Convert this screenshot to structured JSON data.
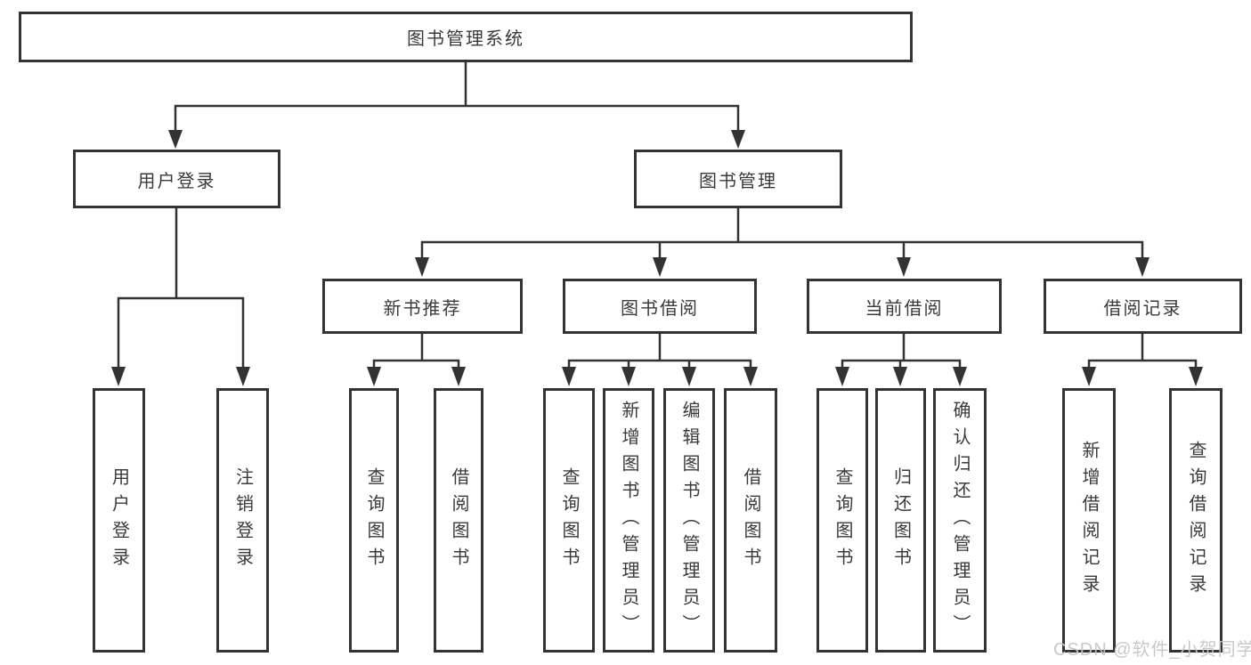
{
  "diagram": {
    "root": {
      "label": "图书管理系统"
    },
    "level2": [
      {
        "label": "用户登录"
      },
      {
        "label": "图书管理"
      }
    ],
    "level3": [
      {
        "label": "新书推荐",
        "parent": "图书管理"
      },
      {
        "label": "图书借阅",
        "parent": "图书管理"
      },
      {
        "label": "当前借阅",
        "parent": "图书管理"
      },
      {
        "label": "借阅记录",
        "parent": "图书管理"
      }
    ],
    "leaves": [
      {
        "label": "用户登录",
        "parent": "用户登录"
      },
      {
        "label": "注销登录",
        "parent": "用户登录"
      },
      {
        "label": "查询图书",
        "parent": "新书推荐"
      },
      {
        "label": "借阅图书",
        "parent": "新书推荐"
      },
      {
        "label": "查询图书",
        "parent": "图书借阅"
      },
      {
        "label": "新增图书（管理员）",
        "parent": "图书借阅"
      },
      {
        "label": "编辑图书（管理员）",
        "parent": "图书借阅"
      },
      {
        "label": "借阅图书",
        "parent": "图书借阅"
      },
      {
        "label": "查询图书",
        "parent": "当前借阅"
      },
      {
        "label": "归还图书",
        "parent": "当前借阅"
      },
      {
        "label": "确认归还（管理员）",
        "parent": "当前借阅"
      },
      {
        "label": "新增借阅记录",
        "parent": "借阅记录"
      },
      {
        "label": "查询借阅记录",
        "parent": "借阅记录"
      }
    ]
  },
  "watermark": {
    "text": "CSDN @软件_小贺同学"
  },
  "colors": {
    "line": "#333333",
    "text": "#3a3a3a",
    "background": "#ffffff",
    "watermark": "#c6c6c6"
  }
}
